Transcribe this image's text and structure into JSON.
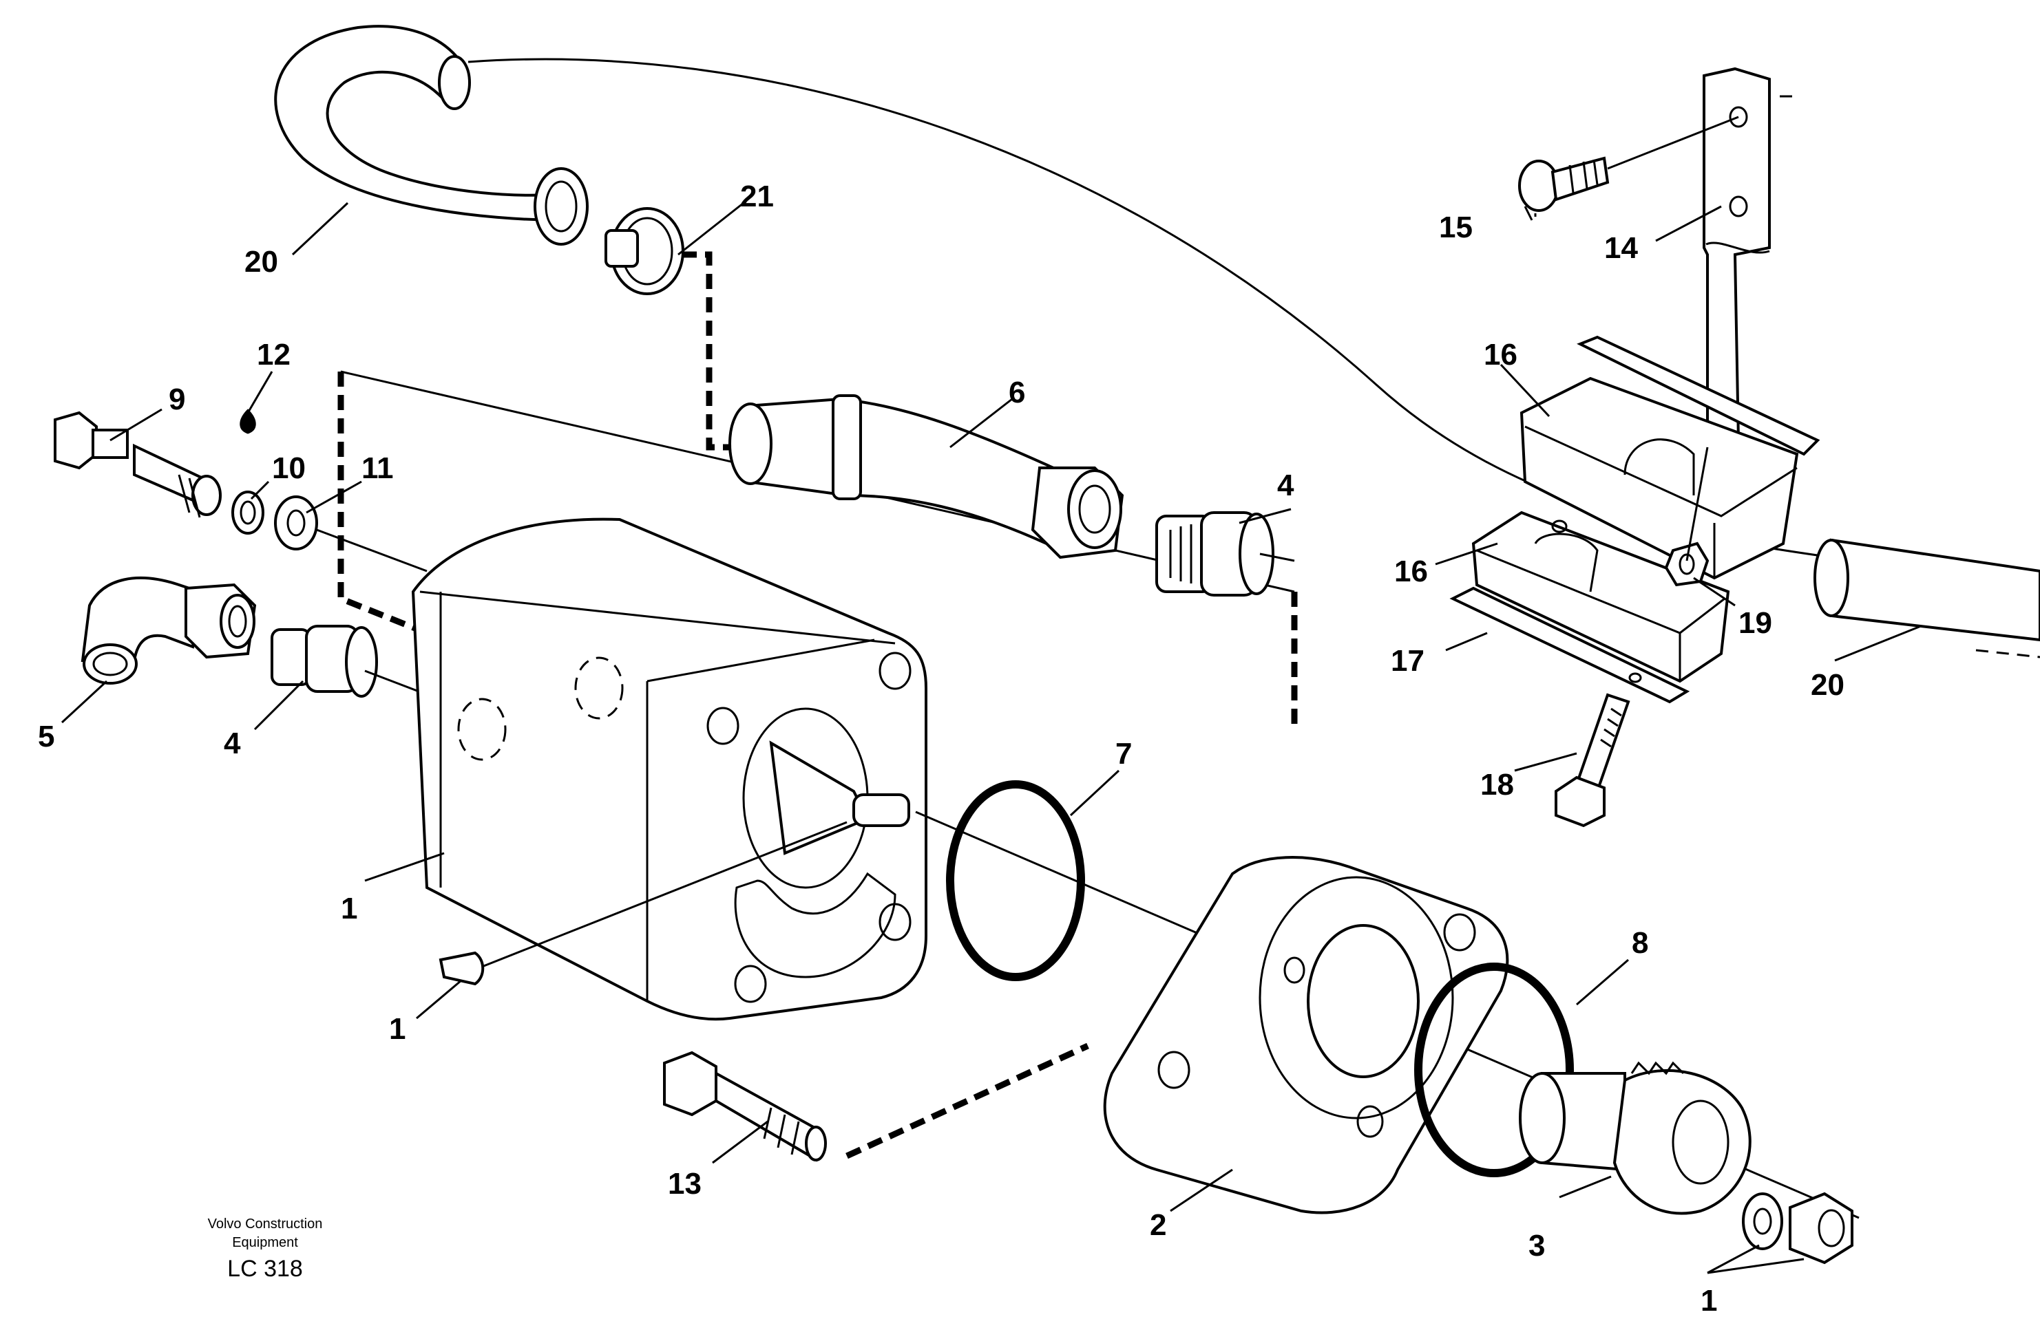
{
  "caption": {
    "brand_line1": "Volvo Construction",
    "brand_line2": "Equipment",
    "code": "LC 318"
  },
  "callouts": {
    "c20_top": "20",
    "c21": "21",
    "c12": "12",
    "c9": "9",
    "c10": "10",
    "c11": "11",
    "c6": "6",
    "c4_right": "4",
    "c5": "5",
    "c4_left": "4",
    "c7": "7",
    "c1_body": "1",
    "c1_key": "1",
    "c13": "13",
    "c2": "2",
    "c8": "8",
    "c3": "3",
    "c1_nut": "1",
    "c15": "15",
    "c14": "14",
    "c16_top": "16",
    "c16_bottom": "16",
    "c17": "17",
    "c18": "18",
    "c19": "19",
    "c20_right": "20"
  }
}
